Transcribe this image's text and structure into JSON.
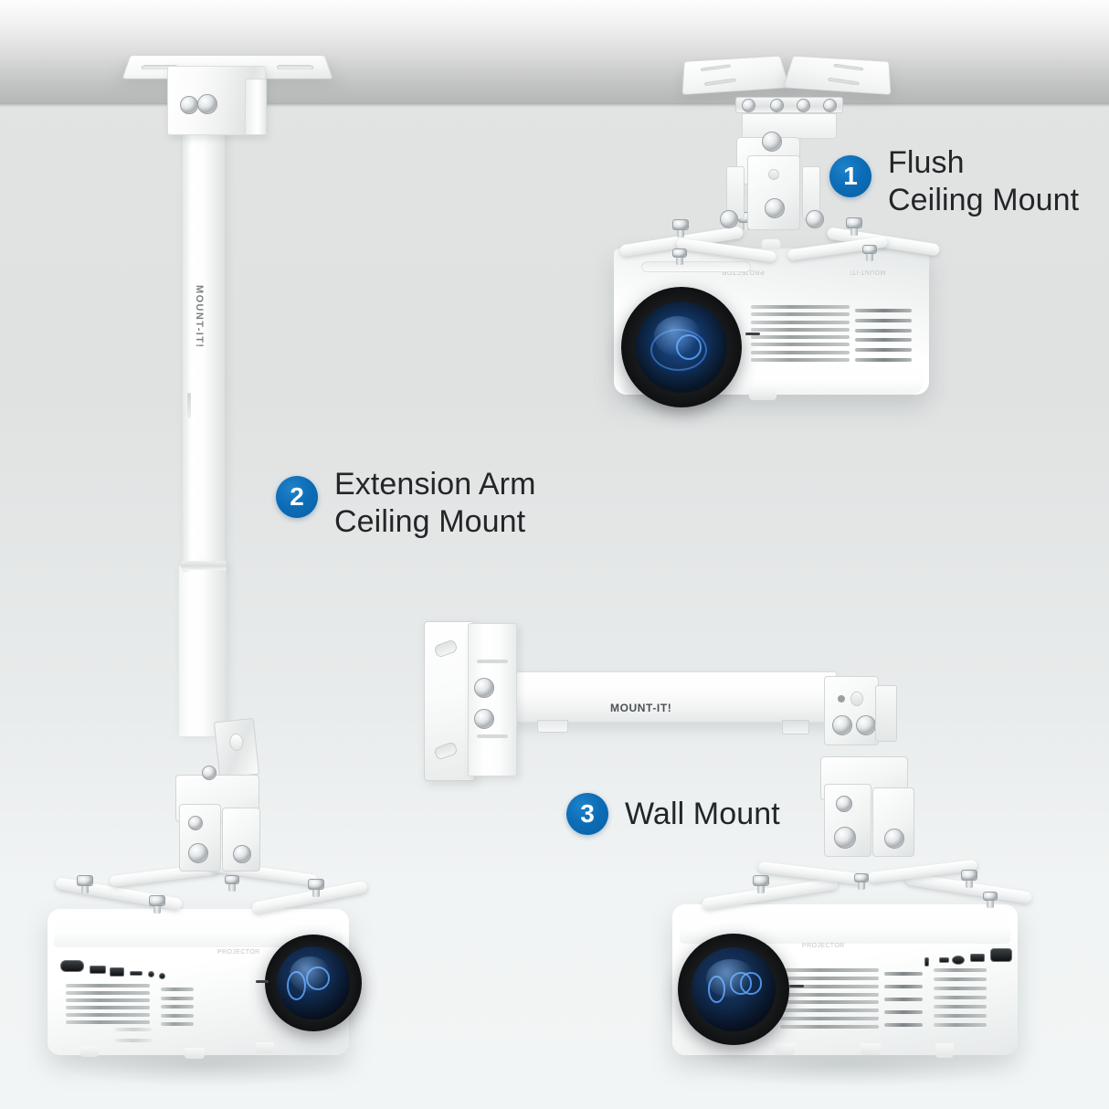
{
  "page": {
    "type": "product-infographic",
    "subject": "Projector mount configurations",
    "background_top_color": "#fdfdfd",
    "background_bottom_color": "#f2f5f5",
    "wall_color": "#e0e2e2",
    "accent_color": "#0d6db8",
    "text_color": "#232628"
  },
  "brand": {
    "name": "MOUNT-IT!",
    "arm_label": "MOUNT-IT!",
    "pole_label": "MOUNT-IT!"
  },
  "callouts": [
    {
      "number": "1",
      "label": "Flush\nCeiling Mount",
      "line1": "Flush",
      "line2": "Ceiling Mount"
    },
    {
      "number": "2",
      "label": "Extension Arm\nCeiling Mount",
      "line1": "Extension Arm",
      "line2": "Ceiling Mount"
    },
    {
      "number": "3",
      "label": "Wall Mount",
      "line1": "Wall Mount",
      "line2": ""
    }
  ],
  "products": [
    {
      "id": "flush-ceiling-mount",
      "callout": "1",
      "parts": [
        "ceiling plates",
        "tilt bracket",
        "spider arms",
        "projector"
      ],
      "projector_orientation": "inverted, lens left"
    },
    {
      "id": "extension-arm-ceiling-mount",
      "callout": "2",
      "parts": [
        "ceiling plate",
        "extension pole",
        "telescoping joint",
        "tilt swivel bracket",
        "spider arms",
        "projector"
      ],
      "projector_orientation": "upright, lens right"
    },
    {
      "id": "wall-mount",
      "callout": "3",
      "parts": [
        "wall plate",
        "horizontal arm",
        "tilt swivel bracket",
        "spider arms",
        "projector"
      ],
      "projector_orientation": "upright, lens left"
    }
  ]
}
